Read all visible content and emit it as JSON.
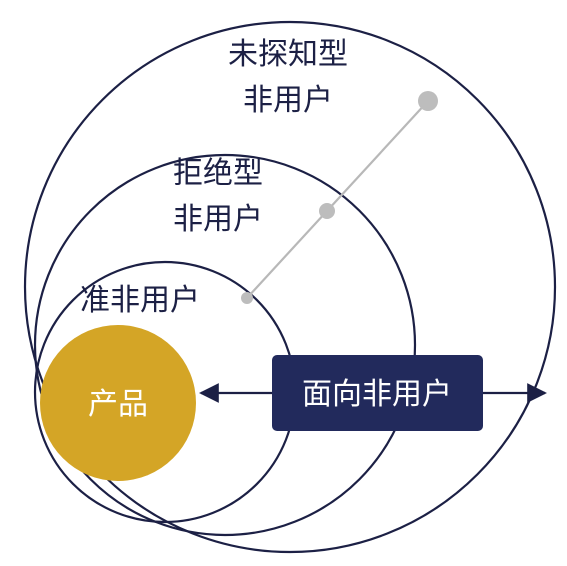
{
  "colors": {
    "ring_stroke": "#1c2045",
    "product_fill": "#d4a526",
    "box_fill": "#222a5c",
    "connector": "#b8b8b8",
    "dot": "#bdbdbd",
    "text_dark": "#1c2045",
    "text_light": "#ffffff"
  },
  "rings": {
    "outer": {
      "line1": "未探知型",
      "line2": "非用户"
    },
    "middle": {
      "line1": "拒绝型",
      "line2": "非用户"
    },
    "inner": {
      "line1": "准非用户"
    }
  },
  "product": {
    "label": "产品"
  },
  "target_box": {
    "label": "面向非用户"
  }
}
